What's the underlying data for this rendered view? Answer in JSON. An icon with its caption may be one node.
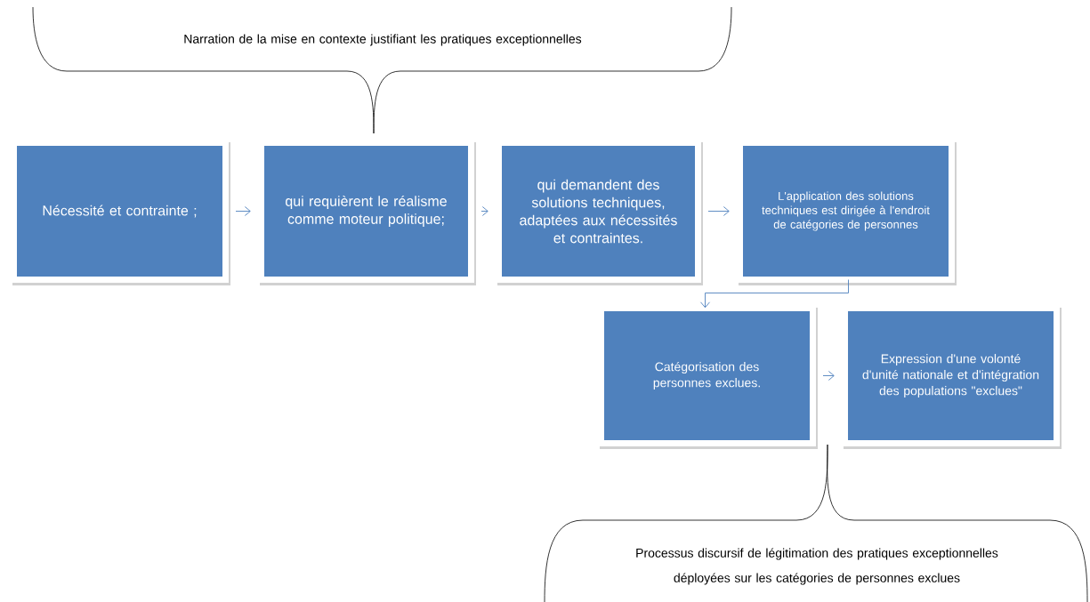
{
  "diagram": {
    "nodes": [
      {
        "text": [
          "Nécessité et contrainte ;"
        ]
      },
      {
        "text": [
          "qui requièrent le réalisme comme moteur politique;"
        ]
      },
      {
        "text": [
          "qui demandent des solutions techniques, adaptées aux nécessités et contraintes."
        ]
      },
      {
        "text": [
          "L'application des solutions techniques est dirigée à l'endroit de catégories de personnes"
        ]
      },
      {
        "text": [
          "Catégorisation des personnes exclues."
        ]
      },
      {
        "text": [
          "Expression d'une volonté d'unité nationale et d'intégration des populations \"exclues\""
        ]
      }
    ],
    "edges": [
      {
        "from": 0,
        "to": 1,
        "arrow": "to"
      },
      {
        "from": 1,
        "to": 2,
        "arrow": "to"
      },
      {
        "from": 2,
        "to": 3,
        "arrow": "to"
      },
      {
        "from": 3,
        "to": 4,
        "arrow": "to"
      },
      {
        "from": 4,
        "to": 5,
        "arrow": "to"
      }
    ],
    "labels": [
      "Narration de la mise en contexte justifiant les pratiques exceptionnelles",
      "Processus discursif de légitimation des pratiques exceptionnelles déployées sur les catégories de personnes exclues"
    ]
  }
}
